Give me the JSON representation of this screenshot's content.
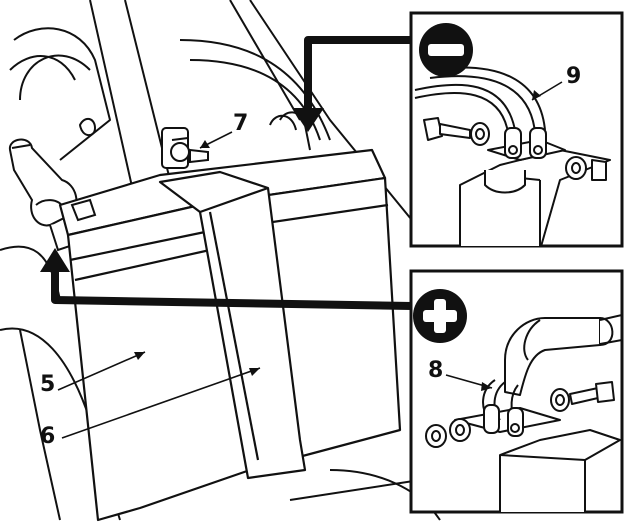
{
  "colors": {
    "line": "#111111",
    "paper": "#ffffff",
    "arrow": "#111111",
    "badge": "#111111"
  },
  "callouts": {
    "c5": "5",
    "c6": "6",
    "c7": "7",
    "c8": "8",
    "c9": "9"
  },
  "badges": {
    "negative": "minus-sign-icon",
    "positive": "plus-sign-icon"
  }
}
